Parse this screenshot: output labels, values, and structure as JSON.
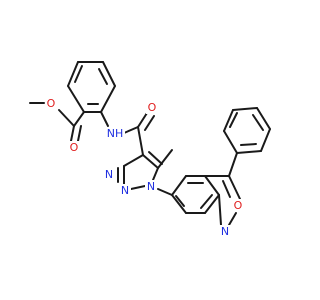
{
  "molecule": {
    "atoms": {
      "ester_ether_oxygen": {
        "text": "O",
        "color": "#e02020"
      },
      "ester_carbonyl_oxygen": {
        "text": "O",
        "color": "#e02020"
      },
      "amide_nh": {
        "text": "NH",
        "color": "#2030e0"
      },
      "amide_carbonyl_oxygen": {
        "text": "O",
        "color": "#e02020"
      },
      "triazole_n_bottom_left": {
        "text": "N",
        "color": "#2030e0"
      },
      "triazole_n_left": {
        "text": "N",
        "color": "#2030e0"
      },
      "triazole_n1": {
        "text": "N",
        "color": "#2030e0"
      },
      "benzisoxazole_oxygen": {
        "text": "O",
        "color": "#e02020"
      },
      "benzisoxazole_nitrogen": {
        "text": "N",
        "color": "#2030e0"
      }
    },
    "bond_color": "#1a1a1a"
  }
}
